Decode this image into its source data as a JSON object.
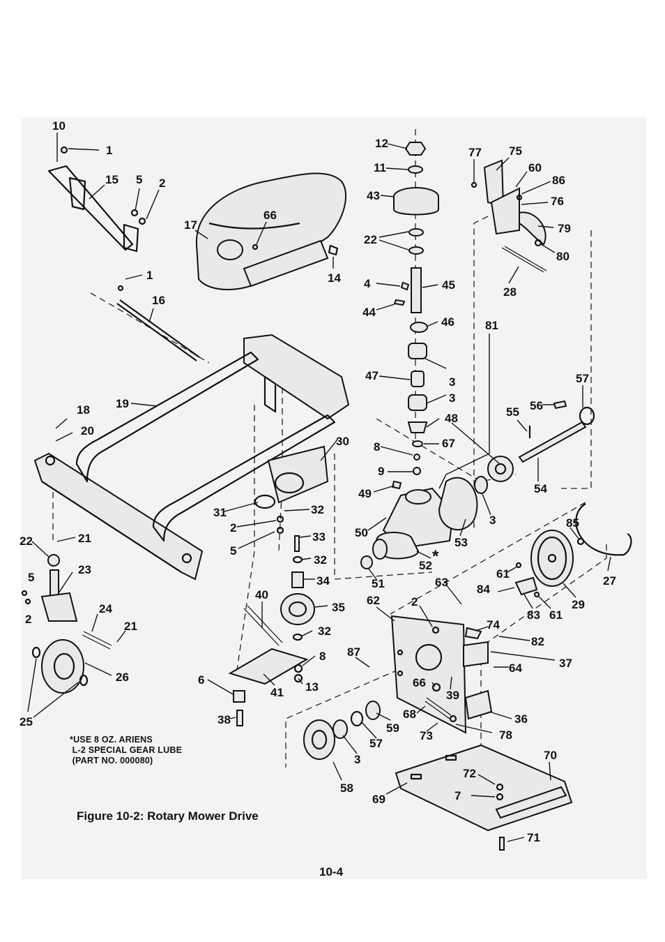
{
  "callouts": [
    "10",
    "1",
    "15",
    "5",
    "2",
    "17",
    "66",
    "14",
    "1",
    "16",
    "19",
    "18",
    "20",
    "22",
    "21",
    "5",
    "2",
    "23",
    "24",
    "21",
    "26",
    "25",
    "12",
    "11",
    "43",
    "22",
    "4",
    "45",
    "44",
    "46",
    "47",
    "3",
    "3",
    "48",
    "8",
    "67",
    "9",
    "49",
    "50",
    "52",
    "51",
    "53",
    "3",
    "77",
    "75",
    "60",
    "86",
    "76",
    "79",
    "80",
    "28",
    "81",
    "57",
    "56",
    "55",
    "54",
    "27",
    "85",
    "29",
    "61",
    "61",
    "83",
    "84",
    "63",
    "62",
    "2",
    "74",
    "82",
    "37",
    "64",
    "30",
    "31",
    "32",
    "2",
    "33",
    "5",
    "32",
    "34",
    "40",
    "35",
    "32",
    "8",
    "6",
    "41",
    "13",
    "38",
    "87",
    "66",
    "39",
    "36",
    "59",
    "57",
    "3",
    "68",
    "73",
    "78",
    "58",
    "70",
    "72",
    "7",
    "69",
    "71"
  ],
  "note_lines": [
    "*USE 8 OZ. ARIENS",
    " L-2 SPECIAL GEAR LUBE",
    " (PART NO. 000080)"
  ],
  "figure_caption": "Figure 10-2: Rotary Mower Drive",
  "page_number": "10-4",
  "asterisk": "*"
}
